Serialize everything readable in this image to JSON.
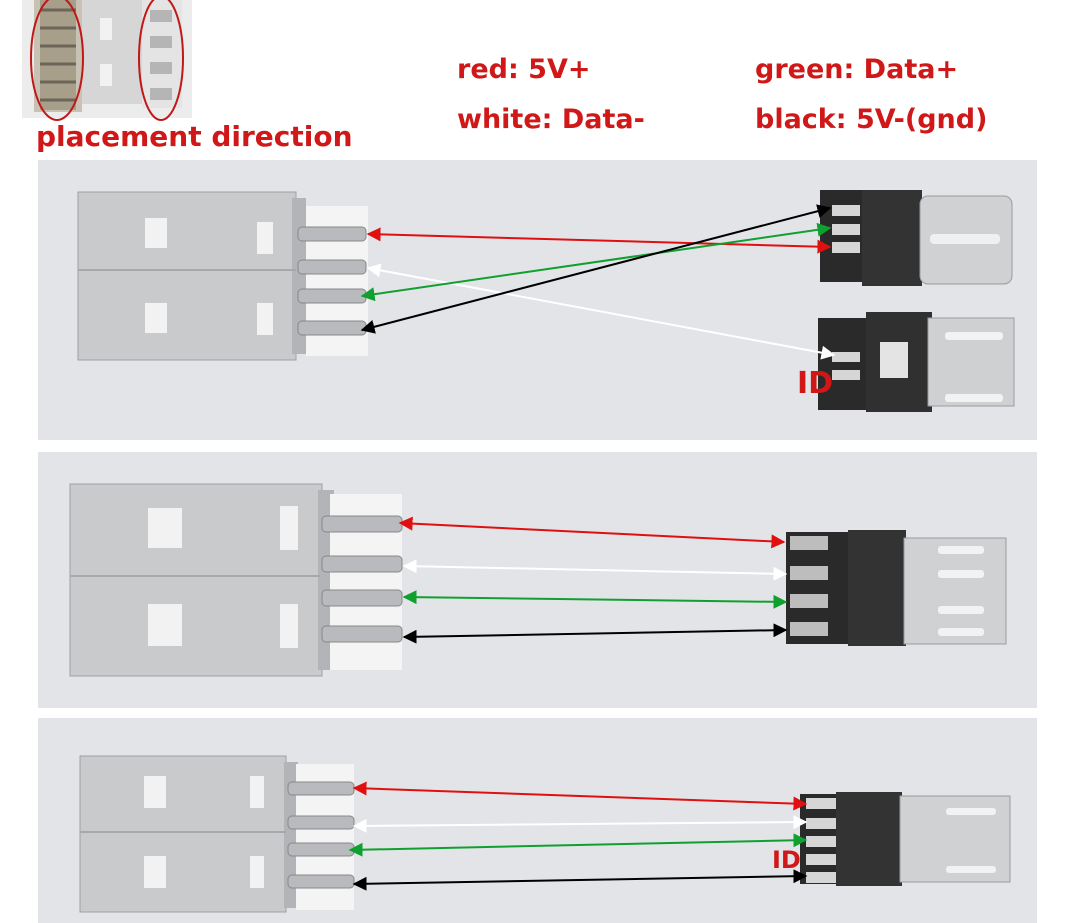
{
  "legend": {
    "red": "red: 5V+",
    "white": "white: Data-",
    "green": "green: Data+",
    "black": "black: 5V-(gnd)"
  },
  "caption": "placement direction",
  "id_label": "ID",
  "colors": {
    "red": "#e01010",
    "white": "#ffffff",
    "green": "#10a030",
    "black": "#000000",
    "label": "#d01818",
    "panel": "#e2e4e7",
    "metal": "#c9cacc",
    "plastic": "#2a2a2a",
    "insulator": "#f4f4f4"
  },
  "panels": [
    {
      "name": "panel-1",
      "connectors": [
        "usb-a-male",
        "usb-c-plug",
        "micro-usb-plug"
      ]
    },
    {
      "name": "panel-2",
      "connectors": [
        "usb-a-male",
        "micro-usb-plug"
      ]
    },
    {
      "name": "panel-3",
      "connectors": [
        "usb-a-male",
        "micro-usb-plug"
      ]
    }
  ]
}
